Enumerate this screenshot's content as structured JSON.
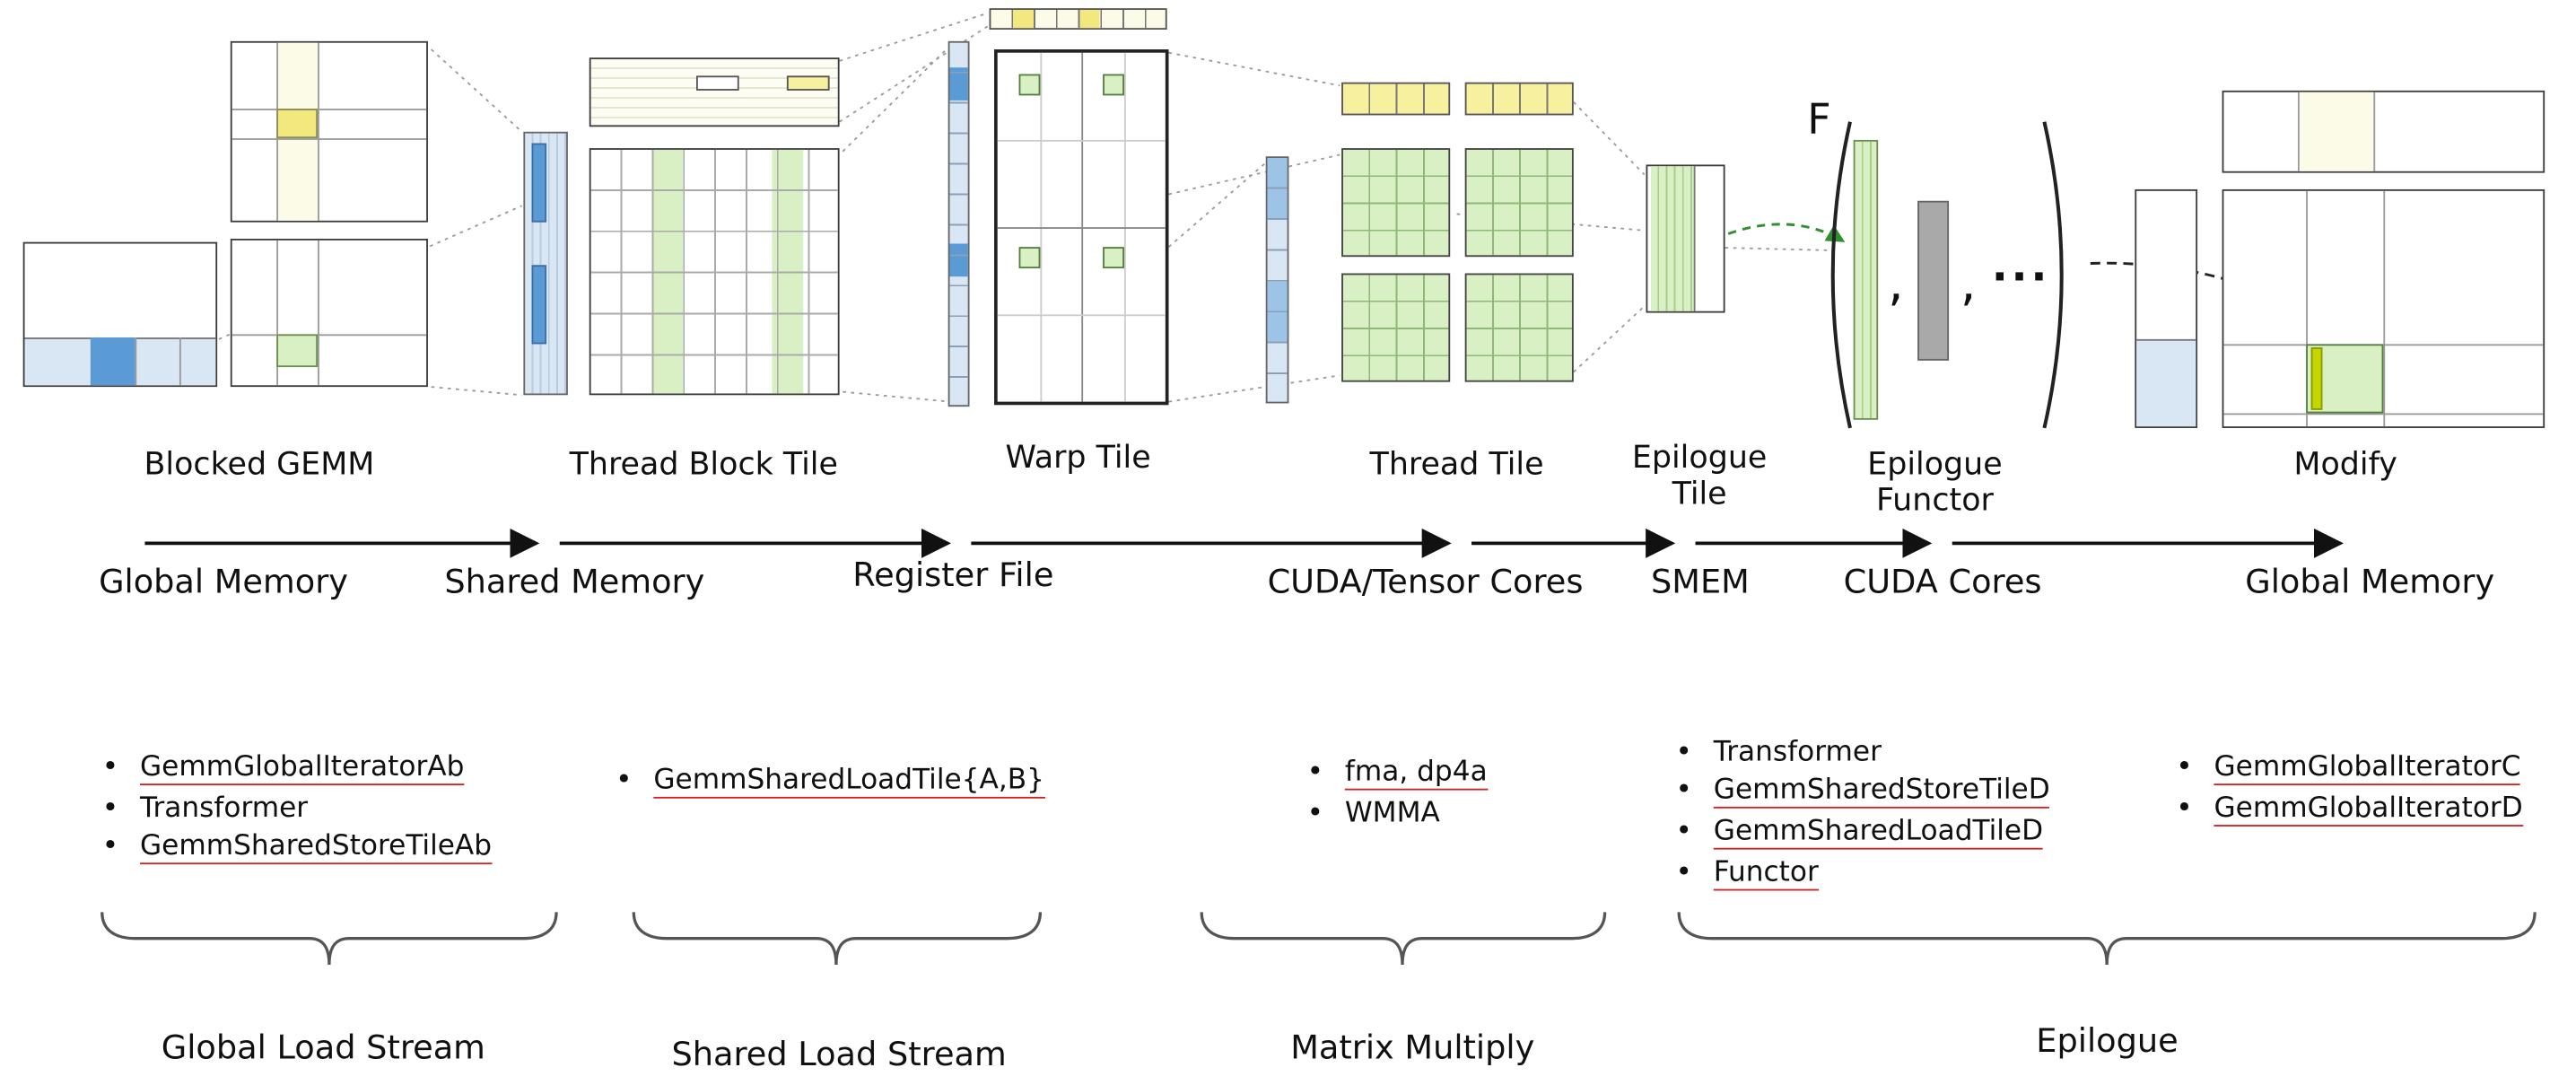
{
  "stages": {
    "blocked_gemm": {
      "label": "Blocked GEMM"
    },
    "thread_block_tile": {
      "label": "Thread Block Tile"
    },
    "warp_tile": {
      "label": "Warp Tile"
    },
    "thread_tile": {
      "label": "Thread Tile"
    },
    "epilogue_tile": {
      "label_line1": "Epilogue",
      "label_line2": "Tile"
    },
    "epilogue_functor": {
      "label_line1": "Epilogue",
      "label_line2": "Functor",
      "f": "F",
      "comma1": ",",
      "comma2": ",",
      "ellipsis": "···"
    },
    "modify": {
      "label": "Modify"
    }
  },
  "pipeline_labels": {
    "global_memory_left": "Global Memory",
    "shared_memory": "Shared Memory",
    "register_file": "Register File",
    "cuda_tensor_cores": "CUDA/Tensor Cores",
    "smem": "SMEM",
    "cuda_cores": "CUDA Cores",
    "global_memory_right": "Global Memory"
  },
  "component_lists": {
    "global_load": {
      "items": [
        {
          "text": "GemmGlobalIteratorAb",
          "underlined": true
        },
        {
          "text": "Transformer",
          "underlined": false
        },
        {
          "text": "GemmSharedStoreTileAb",
          "underlined": true
        }
      ]
    },
    "shared_load": {
      "items": [
        {
          "text": "GemmSharedLoadTile{A,B}",
          "underlined": true
        }
      ]
    },
    "matrix_multiply": {
      "items": [
        {
          "text": "fma, dp4a",
          "underlined": true
        },
        {
          "text": "WMMA",
          "underlined": false
        }
      ]
    },
    "epilogue_left": {
      "items": [
        {
          "text": "Transformer",
          "underlined": false
        },
        {
          "text": "GemmSharedStoreTileD",
          "underlined": true
        },
        {
          "text": "GemmSharedLoadTileD",
          "underlined": true
        },
        {
          "text": "Functor",
          "underlined": true
        }
      ]
    },
    "epilogue_right": {
      "items": [
        {
          "text": "GemmGlobalIteratorC",
          "underlined": true
        },
        {
          "text": "GemmGlobalIteratorD",
          "underlined": true
        }
      ]
    }
  },
  "stream_groups": {
    "global_load_stream": "Global Load Stream",
    "shared_load_stream": "Shared Load Stream",
    "matrix_multiply": "Matrix Multiply",
    "epilogue": "Epilogue"
  },
  "colors": {
    "light_blue": "#d9e7f5",
    "mid_blue": "#9dc3e6",
    "blue": "#5b9bd5",
    "cream": "#fcfbe8",
    "pale_yellow": "#f7f09e",
    "yellow": "#f2e87e",
    "light_green": "#d9efc4",
    "green_line": "#8fb878",
    "lime": "#c3d600",
    "gray_bar": "#a9a9a9",
    "line_gray": "#999999",
    "ink": "#101010",
    "red": "#cc2222",
    "green_arrow": "#2f8f2f"
  }
}
